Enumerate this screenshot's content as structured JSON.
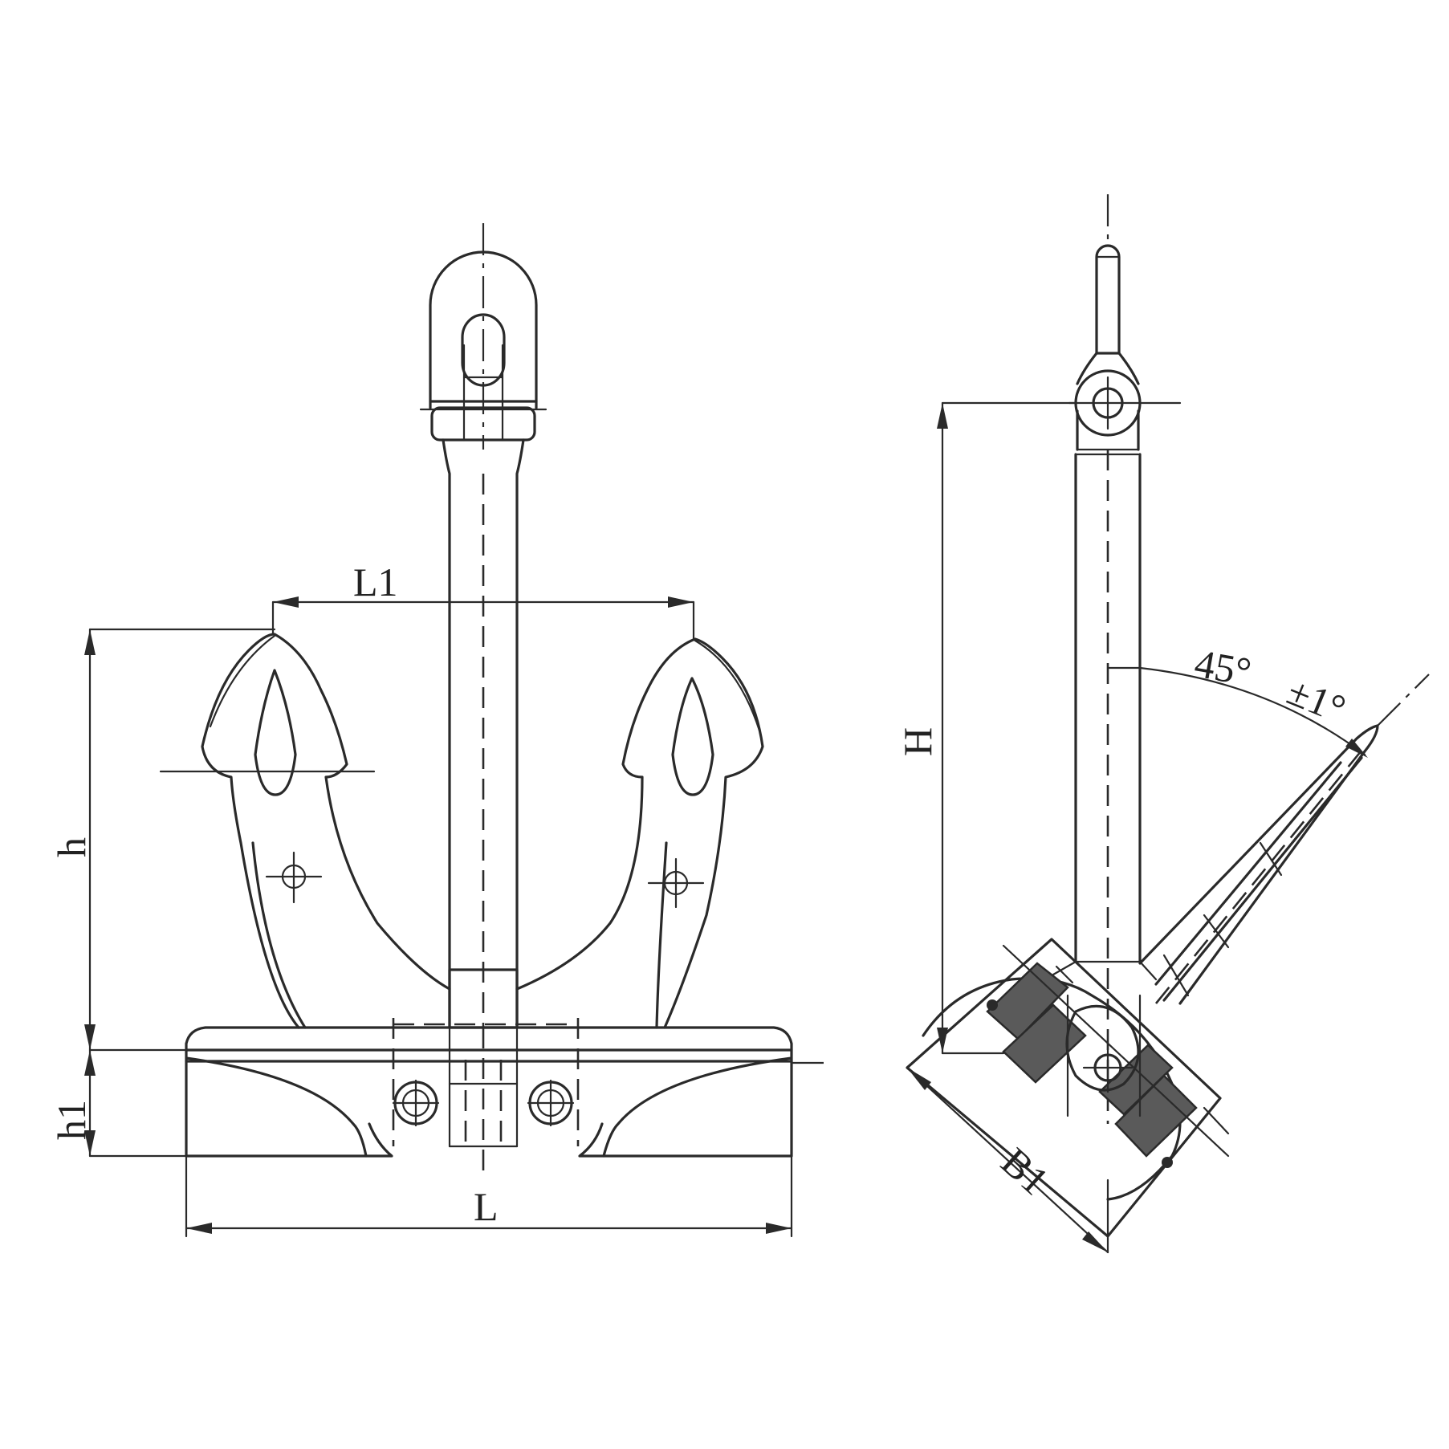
{
  "labels": {
    "l1": "L1",
    "h": "h",
    "h1": "h1",
    "l": "L",
    "big_h": "H",
    "angle": "45°",
    "tolerance": "±1°",
    "b1": "B1"
  }
}
